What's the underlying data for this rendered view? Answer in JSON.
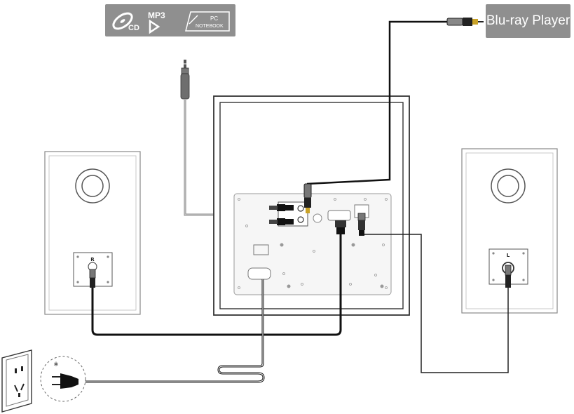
{
  "sources": {
    "cd_label": "CD",
    "mp3_label": "MP3",
    "pc_label": "PC",
    "notebook_label": "NOTEBOOK"
  },
  "bluray": {
    "label": "Blu-ray Player"
  },
  "speakers": {
    "right_label": "R",
    "left_label": "L"
  },
  "outlet": {
    "note_mark": "*"
  },
  "colors": {
    "cable": "#111111",
    "outline": "#333333",
    "badge": "#8f8f8f",
    "panel": "#f6f6f6"
  },
  "icons": [
    "cd-disc-icon",
    "mp3-play-icon",
    "notebook-icon",
    "audio-jack-icon",
    "optical-plug-icon",
    "power-plug-icon",
    "wall-outlet-icon"
  ]
}
